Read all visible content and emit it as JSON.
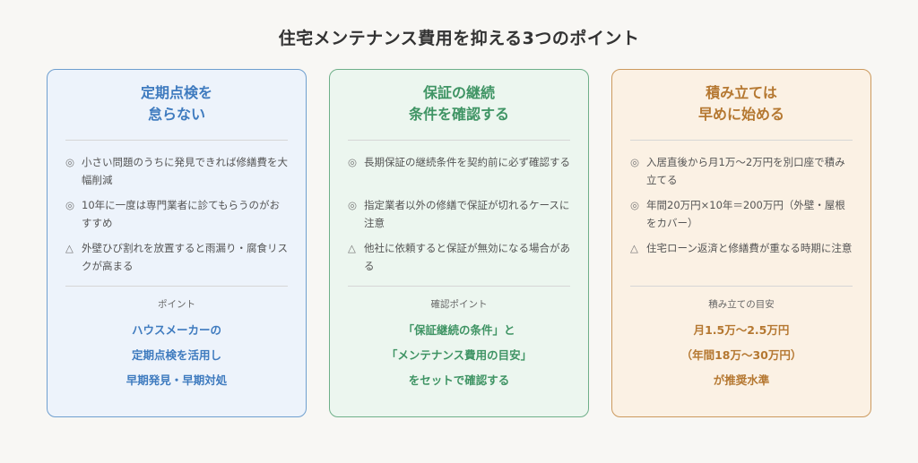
{
  "title": "住宅メンテナンス費用を抑える3つのポイント",
  "cards": [
    {
      "title_lines": [
        "定期点検を",
        "怠らない"
      ],
      "items": [
        {
          "mark": "◎",
          "text": "小さい問題のうちに発見できれば修繕費を大幅削減"
        },
        {
          "mark": "◎",
          "text": "10年に一度は専門業者に診てもらうのがおすすめ"
        },
        {
          "mark": "△",
          "text": "外壁ひび割れを放置すると雨漏り・腐食リスクが高まる"
        }
      ],
      "summary_label": "ポイント",
      "summary_lines": [
        "ハウスメーカーの",
        "定期点検を活用し",
        "早期発見・早期対処"
      ],
      "accent": "#3f7bbf"
    },
    {
      "title_lines": [
        "保証の継続",
        "条件を確認する"
      ],
      "items": [
        {
          "mark": "◎",
          "text": "長期保証の継続条件を契約前に必ず確認する"
        },
        {
          "mark": "◎",
          "text": "指定業者以外の修繕で保証が切れるケースに注意"
        },
        {
          "mark": "△",
          "text": "他社に依頼すると保証が無効になる場合がある"
        }
      ],
      "summary_label": "確認ポイント",
      "summary_lines": [
        "「保証継続の条件」と",
        "「メンテナンス費用の目安」",
        "をセットで確認する"
      ],
      "accent": "#3f9464"
    },
    {
      "title_lines": [
        "積み立ては",
        "早めに始める"
      ],
      "items": [
        {
          "mark": "◎",
          "text": "入居直後から月1万〜2万円を別口座で積み立てる"
        },
        {
          "mark": "◎",
          "text": "年間20万円×10年＝200万円（外壁・屋根をカバー）"
        },
        {
          "mark": "△",
          "text": "住宅ローン返済と修繕費が重なる時期に注意"
        }
      ],
      "summary_label": "積み立ての目安",
      "summary_lines": [
        "月1.5万〜2.5万円",
        "（年間18万〜30万円）",
        "が推奨水準"
      ],
      "accent": "#b57831"
    }
  ]
}
